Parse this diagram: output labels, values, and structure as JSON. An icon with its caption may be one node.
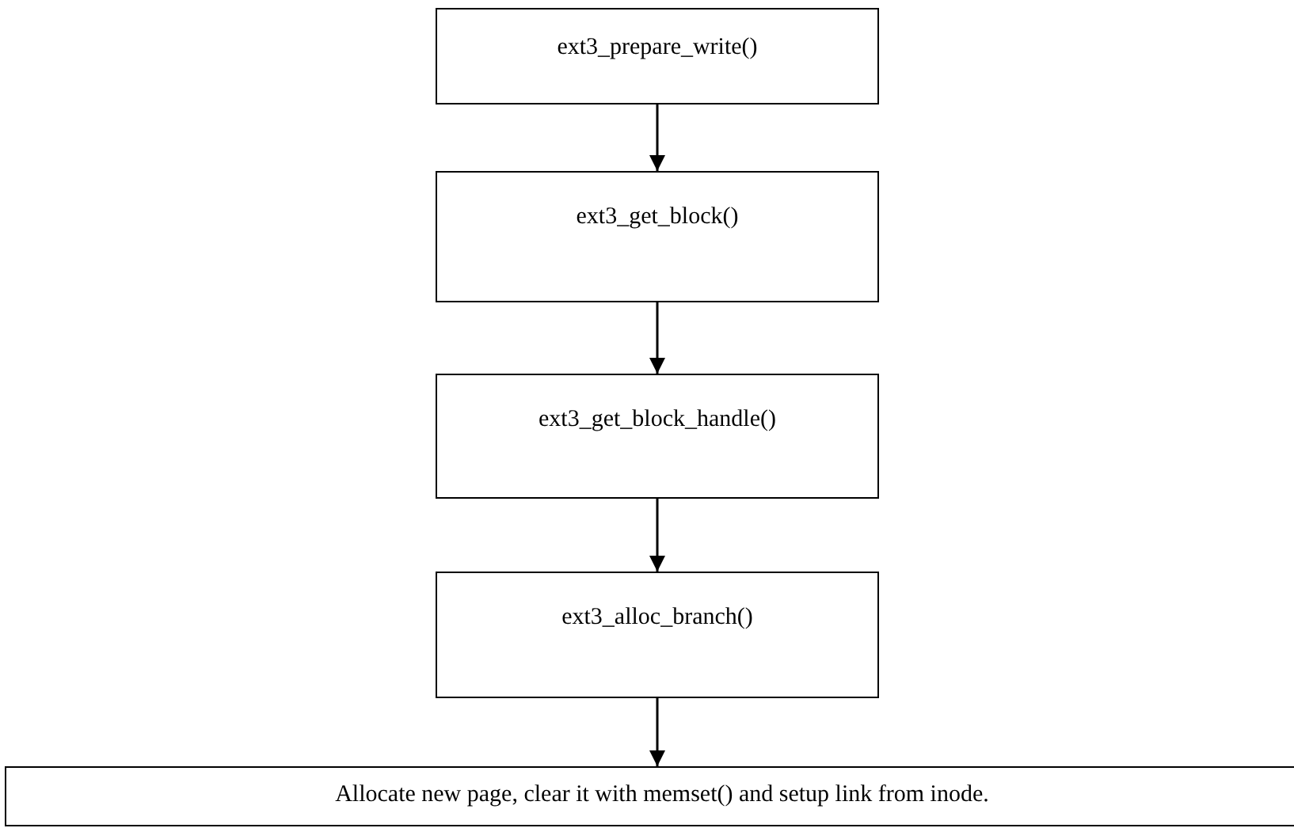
{
  "diagram": {
    "nodes": [
      {
        "text": [
          "ext3_prepare_write()"
        ]
      },
      {
        "text": [
          "ext3_get_block()"
        ]
      },
      {
        "text": [
          "ext3_get_block_handle()"
        ]
      },
      {
        "text": [
          "ext3_alloc_branch()"
        ]
      },
      {
        "text": [
          "Allocate new page, clear it with memset() and setup link from inode."
        ]
      }
    ],
    "edges": [
      {
        "from": 0,
        "to": 1,
        "arrow": "to"
      },
      {
        "from": 1,
        "to": 2,
        "arrow": "to"
      },
      {
        "from": 2,
        "to": 3,
        "arrow": "to"
      },
      {
        "from": 3,
        "to": 4,
        "arrow": "to"
      }
    ]
  }
}
